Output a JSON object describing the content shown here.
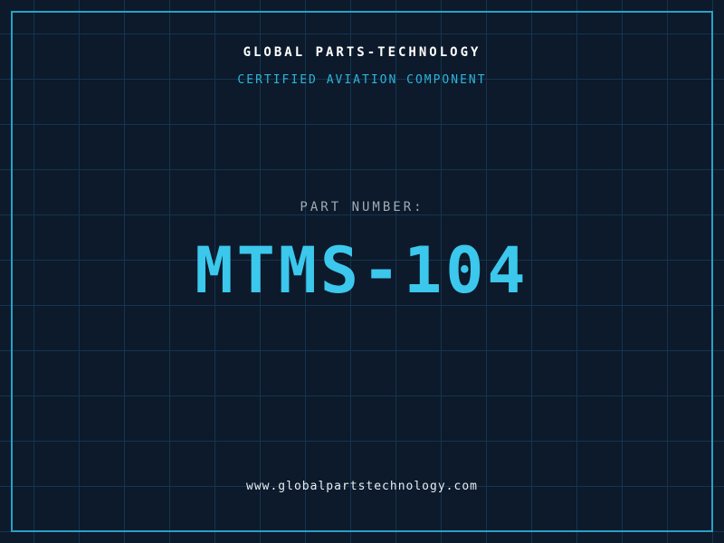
{
  "card": {
    "company": "GLOBAL PARTS-TECHNOLOGY",
    "certification": "CERTIFIED AVIATION COMPONENT",
    "part_label": "PART NUMBER:",
    "part_number": "MTMS-104",
    "website": "www.globalpartstechnology.com"
  },
  "colors": {
    "background": "#0c1a2b",
    "grid_line": "#16344e",
    "border": "#2aa0c4",
    "accent_cyan": "#3bc8ec",
    "subtitle_cyan": "#2db4d8",
    "title_text": "#ffffff",
    "muted_text": "#9fabb5",
    "footer_text": "#e8edf1"
  }
}
